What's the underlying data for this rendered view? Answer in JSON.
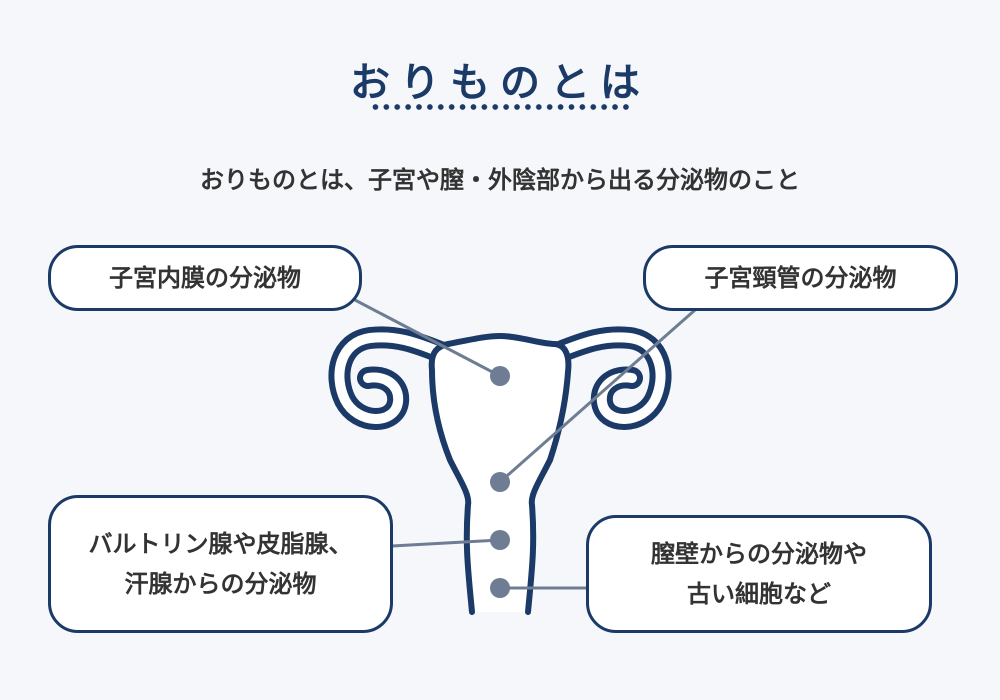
{
  "title": "おりものとは",
  "subtitle": "おりものとは、子宮や膣・外陰部から出る分泌物のこと",
  "labels": {
    "endometrium": "子宮内膜の分泌物",
    "cervix": "子宮頸管の分泌物",
    "glands_line1": "バルトリン腺や皮脂腺、",
    "glands_line2": "汗腺からの分泌物",
    "vaginal_line1": "膣壁からの分泌物や",
    "vaginal_line2": "古い細胞など"
  },
  "colors": {
    "navy": "#1b3a67",
    "pointer": "#6e7d93",
    "background": "#f5f7fa"
  }
}
